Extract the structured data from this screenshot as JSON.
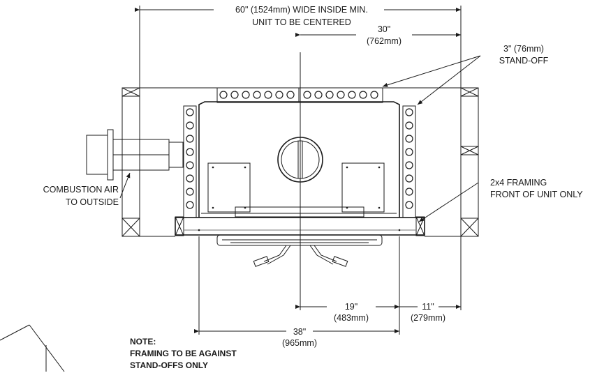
{
  "labels": {
    "wide_line1": "60\" (1524mm) WIDE INSIDE MIN.",
    "wide_line2": "UNIT TO BE CENTERED",
    "dim30_a": "30\"",
    "dim30_b": "(762mm)",
    "standoff_a": "3\" (76mm)",
    "standoff_b": "STAND-OFF",
    "combustion_a": "COMBUSTION AIR",
    "combustion_b": "TO OUTSIDE",
    "framing_a": "2x4 FRAMING",
    "framing_b": "FRONT OF UNIT ONLY",
    "dim19_a": "19\"",
    "dim19_b": "(483mm)",
    "dim11_a": "11\"",
    "dim11_b": "(279mm)",
    "dim38_a": "38\"",
    "dim38_b": "(965mm)",
    "note_1": "NOTE:",
    "note_2": "FRAMING TO BE AGAINST",
    "note_3": "STAND-OFFS ONLY"
  }
}
